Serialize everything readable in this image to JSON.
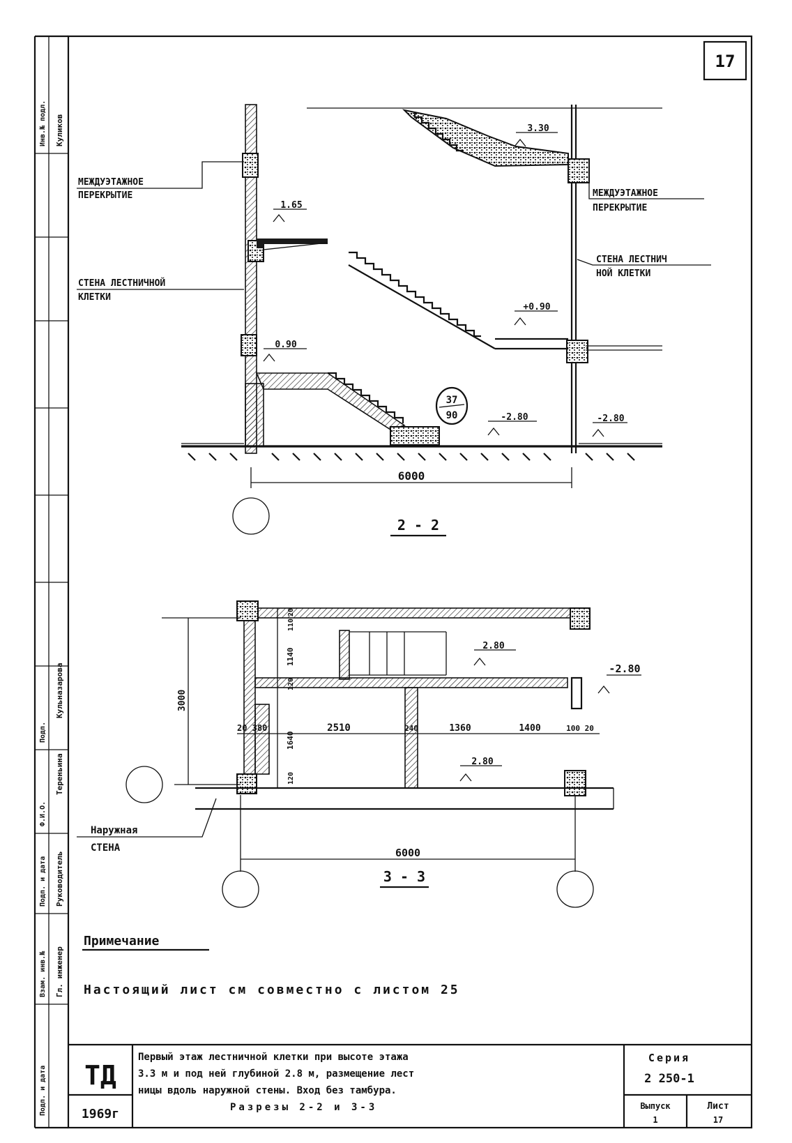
{
  "sheet_number": "17",
  "left_column": {
    "col1": [
      "Инв.№ подл.",
      "Подп. и дата",
      "Взам. инв.№",
      "Подп. и дата",
      "Ф.И.О.",
      "Подп."
    ],
    "col2": [
      "Куликов",
      "Кульназарова",
      "Тереньина",
      "Руководитель",
      "Гл. инженер"
    ]
  },
  "section_upper": {
    "title": "2 - 2",
    "labels": {
      "floor_slab_left": [
        "МЕЖДУЭТАЖНОЕ",
        "ПЕРЕКРЫТИЕ"
      ],
      "floor_slab_right": [
        "МЕЖДУЭТАЖНОЕ",
        "ПЕРЕКРЫТИЕ"
      ],
      "stair_wall_left": [
        "СТЕНА ЛЕСТНИЧНОЙ",
        "КЛЕТКИ"
      ],
      "stair_wall_right": [
        "СТЕНА ЛЕСТНИЧ",
        "НОЙ КЛЕТКИ"
      ]
    },
    "elevations": {
      "top_landing": "3.30",
      "left_landing": "1.65",
      "mid_landing": "+0.90",
      "entrance": "0.90",
      "floor_mid": "-2.80",
      "floor_right": "-2.80"
    },
    "dimension": "6000",
    "badge_top": "37",
    "badge_bottom": "90"
  },
  "section_lower": {
    "title": "3 - 3",
    "labels": {
      "outer_wall": [
        "Наружная",
        "СТЕНА"
      ]
    },
    "elevations": {
      "upper": "2.80",
      "right": "-2.80",
      "lower": "2.80"
    },
    "dims": {
      "height": "3000",
      "d20": "20",
      "d110": "110",
      "d1140": "1140",
      "d120a": "120",
      "d1640": "1640",
      "d120b": "120",
      "d20_380": "20 380",
      "d2510": "2510",
      "d240": "240",
      "d1360": "1360",
      "d1400": "1400",
      "d100_20": "100 20",
      "width": "6000"
    }
  },
  "note": {
    "heading": "Примечание",
    "text": "Настоящий лист см совместно с листом 25"
  },
  "title_block": {
    "org": "ТД",
    "year": "1969г",
    "description": [
      "Первый этаж лестничной клетки при высоте этажа",
      "3.3 м и под ней глубиной 2.8 м, размещение лест",
      "ницы вдоль наружной стены. Вход без тамбура.",
      "Разрезы 2-2 и 3-3"
    ],
    "series_label": "Серия",
    "series_value": "2 250-1",
    "issue_label": "Выпуск",
    "issue_value": "1",
    "sheet_label": "Лист",
    "sheet_value": "17"
  }
}
